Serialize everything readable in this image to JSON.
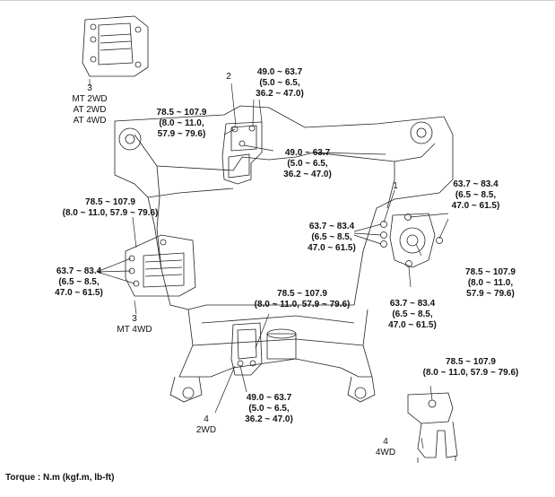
{
  "labels": {
    "mt_2wd": {
      "num": "3",
      "lines": [
        "MT 2WD",
        "AT 2WD",
        "AT 4WD"
      ]
    },
    "mt_4wd": {
      "num": "3",
      "lines": [
        "MT 4WD"
      ]
    },
    "mount_2": {
      "num": "2"
    },
    "mount_1": {
      "num": "1"
    },
    "rear_2wd": {
      "num": "4",
      "lines": [
        "2WD"
      ]
    },
    "rear_4wd": {
      "num": "4",
      "lines": [
        "4WD"
      ]
    }
  },
  "torques": {
    "t_top_right": [
      "49.0 ~ 63.7",
      "(5.0 ~ 6.5,",
      "36.2 ~ 47.0)"
    ],
    "t_top_left": [
      "78.5 ~ 107.9",
      "(8.0 ~ 11.0,",
      "57.9 ~ 79.6)"
    ],
    "t_mid_center": [
      "49.0 ~ 63.7",
      "(5.0 ~ 6.5,",
      "36.2 ~ 47.0)"
    ],
    "t_right_top": [
      "63.7 ~ 83.4",
      "(6.5 ~ 8.5,",
      "47.0 ~ 61.5)"
    ],
    "t_right_left": [
      "63.7 ~ 83.4",
      "(6.5 ~ 8.5,",
      "47.0 ~ 61.5)"
    ],
    "t_left_top": [
      "78.5 ~ 107.9",
      "(8.0 ~ 11.0, 57.9 ~ 79.6)"
    ],
    "t_left_mid": [
      "63.7 ~ 83.4",
      "(6.5 ~ 8.5,",
      "47.0 ~ 61.5)"
    ],
    "t_right_mid": [
      "78.5 ~ 107.9",
      "(8.0 ~ 11.0,",
      "57.9 ~ 79.6)"
    ],
    "t_bottom_center": [
      "78.5 ~ 107.9",
      "(8.0 ~ 11.0, 57.9 ~ 79.6)"
    ],
    "t_right_bottom": [
      "63.7 ~ 83.4",
      "(6.5 ~ 8.5,",
      "47.0 ~ 61.5)"
    ],
    "t_bottom_center2": [
      "49.0 ~ 63.7",
      "(5.0 ~ 6.5,",
      "36.2 ~ 47.0)"
    ],
    "t_4wd": [
      "78.5 ~ 107.9",
      "(8.0 ~ 11.0, 57.9 ~ 79.6)"
    ]
  },
  "footer": "Torque : N.m (kgf.m, lb-ft)"
}
